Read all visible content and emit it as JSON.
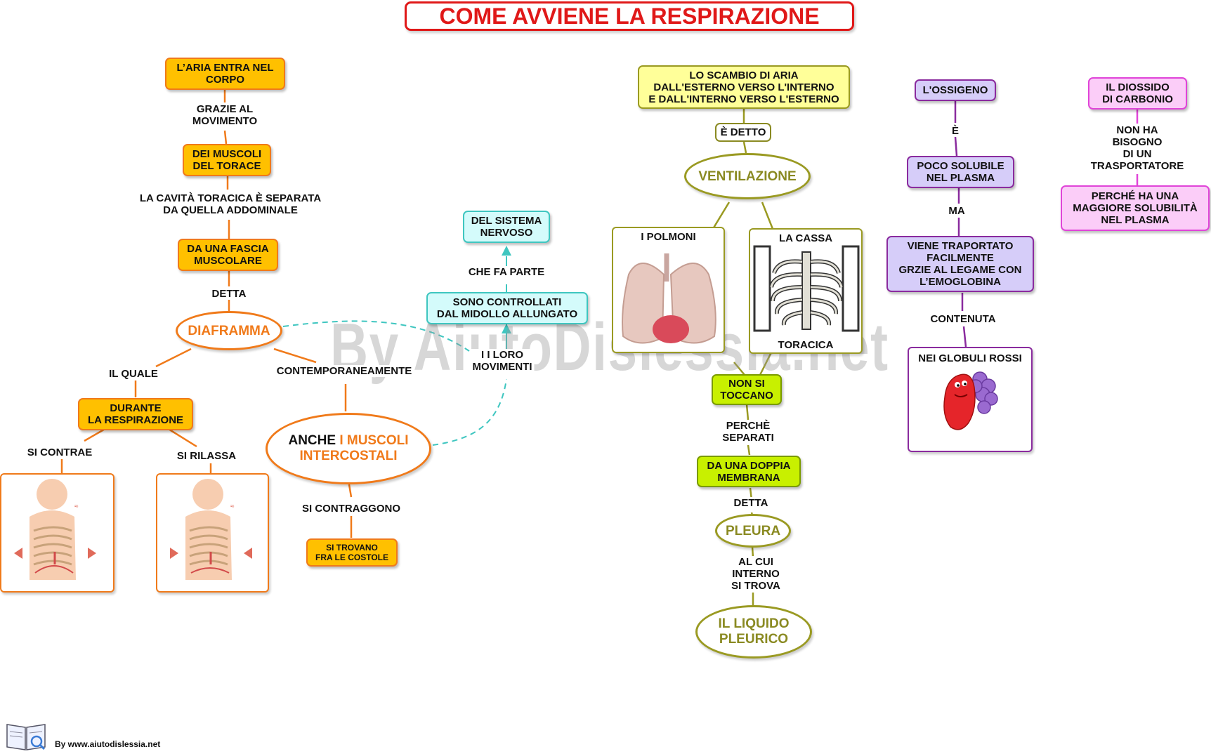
{
  "title": "COME AVVIENE LA RESPIRAZIONE",
  "watermark": "By AiutoDislessia.net",
  "footer": "By www.aiutodislessia.net",
  "colors": {
    "title_red": "#e01818",
    "orange_fill": "#ffc000",
    "orange_line": "#f07a1a",
    "olive_line": "#9a9a22",
    "cyan_line": "#3fc6c0",
    "green_fill": "#c8f000",
    "purple_line": "#8a2b9e",
    "pink_line": "#e044d8"
  },
  "left": {
    "aria": "L’ARIA ENTRA NEL\nCORPO",
    "grazie": "GRAZIE AL\nMOVIMENTO",
    "muscoli_torace": "DEI MUSCOLI\nDEL TORACE",
    "cavita": "LA CAVITÀ TORACICA È SEPARATA\nDA QUELLA ADDOMINALE",
    "fascia": "DA UNA FASCIA\nMUSCOLARE",
    "detta": "DETTA",
    "diaframma": "DIAFRAMMA",
    "il_quale": "IL QUALE",
    "contemporaneamente": "CONTEMPORANEAMENTE",
    "durante": "DURANTE\nLA RESPIRAZIONE",
    "si_contrae": "SI CONTRAE",
    "si_rilassa": "SI RILASSA",
    "anche": "ANCHE ",
    "muscoli_intercostali_1": "I MUSCOLI",
    "muscoli_intercostali_2": "INTERCOSTALI",
    "si_contraggono": "SI CONTRAGGONO",
    "costole": "SI TROVANO\nFRA LE COSTOLE"
  },
  "middle": {
    "sistema": "DEL SISTEMA\nNERVOSO",
    "che_fa_parte": "CHE FA PARTE",
    "midollo": "SONO CONTROLLATI\nDAL MIDOLLO ALLUNGATO",
    "movimenti": "I I LORO\nMOVIMENTI"
  },
  "center": {
    "scambio": "LO SCAMBIO DI ARIA\nDALL'ESTERNO VERSO L'INTERNO\nE DALL'INTERNO VERSO L'ESTERNO",
    "e_detto": "È DETTO",
    "ventilazione": "VENTILAZIONE",
    "polmoni": "I POLMONI",
    "cassa": "LA CASSA",
    "toracica": "TORACICA",
    "non_si_toccano": "NON SI\nTOCCANO",
    "perche_separati": "PERCHÈ\nSEPARATI",
    "doppia": "DA UNA DOPPIA\nMEMBRANA",
    "detta": "DETTA",
    "pleura": "PLEURA",
    "al_cui": "AL CUI\nINTERNO\nSI TROVA",
    "liquido": "IL LIQUIDO\nPLEURICO"
  },
  "oxygen": {
    "ossigeno": "L'OSSIGENO",
    "e": "È",
    "poco_solubile": "POCO SOLUBILE\nNEL PLASMA",
    "ma": "MA",
    "trasportato": "VIENE TRAPORTATO\nFACILMENTE\nGRZIE AL LEGAME CON\nL’EMOGLOBINA",
    "contenuta": "CONTENUTA",
    "globuli": "NEI GLOBULI ROSSI"
  },
  "co2": {
    "diossido": "IL DIOSSIDO\nDI CARBONIO",
    "non_ha": "NON HA\nBISOGNO\nDI UN\nTRASPORTATORE",
    "solubilita": "PERCHÉ HA UNA\nMAGGIORE SOLUBILITÀ\nNEL PLASMA"
  }
}
